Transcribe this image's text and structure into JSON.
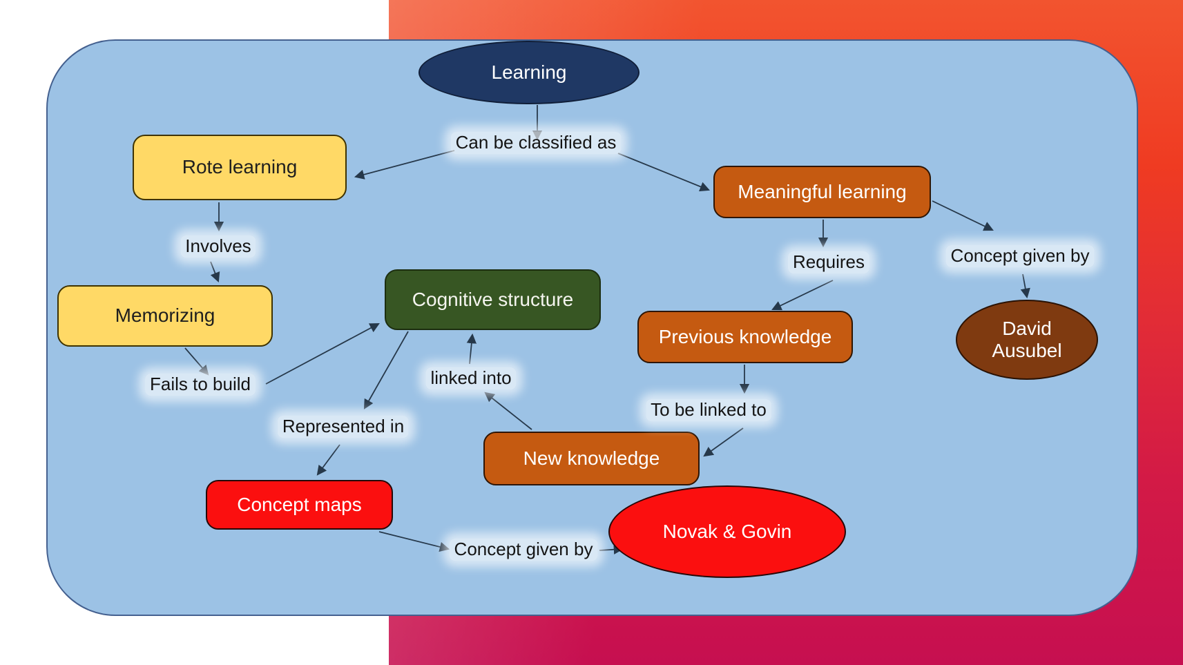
{
  "page": {
    "background_color": "#ffffff",
    "accent_gradient_top": "#f2542f",
    "accent_gradient_bottom": "#c60f50",
    "canvas_fill": "#9cc2e5",
    "canvas_border": "#44608f",
    "arrow_color": "#26384a"
  },
  "diagram": {
    "title": "Learning concept map",
    "nodes": [
      {
        "id": "learning",
        "label": "Learning",
        "shape": "ellipse",
        "fill": "#1f3864",
        "border": "#101e38",
        "text_color": "#ffffff"
      },
      {
        "id": "rote-learning",
        "label": "Rote learning",
        "shape": "rect",
        "fill": "#ffd966",
        "border": "#3e3200",
        "text_color": "#1f1f1f"
      },
      {
        "id": "memorizing",
        "label": "Memorizing",
        "shape": "rect",
        "fill": "#ffd966",
        "border": "#3e3200",
        "text_color": "#1f1f1f"
      },
      {
        "id": "cognitive-structure",
        "label": "Cognitive structure",
        "shape": "rect",
        "fill": "#375623",
        "border": "#1c2e10",
        "text_color": "#f5f5ef"
      },
      {
        "id": "meaningful-learning",
        "label": "Meaningful learning",
        "shape": "rect",
        "fill": "#c55a11",
        "border": "#2e1503",
        "text_color": "#ffffff"
      },
      {
        "id": "previous-knowledge",
        "label": "Previous knowledge",
        "shape": "rect",
        "fill": "#c55a11",
        "border": "#2e1503",
        "text_color": "#ffffff"
      },
      {
        "id": "new-knowledge",
        "label": "New knowledge",
        "shape": "rect",
        "fill": "#c55a11",
        "border": "#2e1503",
        "text_color": "#ffffff"
      },
      {
        "id": "concept-maps",
        "label": "Concept maps",
        "shape": "rect",
        "fill": "#fb0f0f",
        "border": "#260707",
        "text_color": "#ffffff"
      },
      {
        "id": "novak-govin",
        "label": "Novak & Govin",
        "shape": "ellipse",
        "fill": "#fb0f0f",
        "border": "#260707",
        "text_color": "#ffffff"
      },
      {
        "id": "david-ausubel",
        "label": "David Ausubel",
        "shape": "ellipse",
        "fill": "#7f3a10",
        "border": "#2a1204",
        "text_color": "#ffffff"
      },
      {
        "id": "can-be-classified-as",
        "label": "Can be classified as",
        "shape": "label"
      },
      {
        "id": "involves",
        "label": "Involves",
        "shape": "label"
      },
      {
        "id": "fails-to-build",
        "label": "Fails to build",
        "shape": "label"
      },
      {
        "id": "represented-in",
        "label": "Represented in",
        "shape": "label"
      },
      {
        "id": "linked-into",
        "label": "linked into",
        "shape": "label"
      },
      {
        "id": "requires",
        "label": "Requires",
        "shape": "label"
      },
      {
        "id": "to-be-linked-to",
        "label": "To be linked to",
        "shape": "label"
      },
      {
        "id": "concept-given-by-right",
        "label": "Concept given by",
        "shape": "label"
      },
      {
        "id": "concept-given-by-bottom",
        "label": "Concept given by",
        "shape": "label"
      }
    ],
    "edges": [
      {
        "from": "learning",
        "to": "can-be-classified-as"
      },
      {
        "from": "can-be-classified-as",
        "to": "rote-learning"
      },
      {
        "from": "can-be-classified-as",
        "to": "meaningful-learning"
      },
      {
        "from": "rote-learning",
        "to": "involves"
      },
      {
        "from": "involves",
        "to": "memorizing"
      },
      {
        "from": "memorizing",
        "to": "fails-to-build"
      },
      {
        "from": "fails-to-build",
        "to": "cognitive-structure"
      },
      {
        "from": "cognitive-structure",
        "to": "represented-in"
      },
      {
        "from": "linked-into",
        "to": "cognitive-structure"
      },
      {
        "from": "new-knowledge",
        "to": "linked-into"
      },
      {
        "from": "meaningful-learning",
        "to": "requires"
      },
      {
        "from": "requires",
        "to": "previous-knowledge"
      },
      {
        "from": "previous-knowledge",
        "to": "to-be-linked-to"
      },
      {
        "from": "to-be-linked-to",
        "to": "new-knowledge"
      },
      {
        "from": "meaningful-learning",
        "to": "concept-given-by-right"
      },
      {
        "from": "concept-given-by-right",
        "to": "david-ausubel"
      },
      {
        "from": "represented-in",
        "to": "concept-maps"
      },
      {
        "from": "concept-maps",
        "to": "concept-given-by-bottom"
      },
      {
        "from": "concept-given-by-bottom",
        "to": "novak-govin"
      }
    ]
  }
}
